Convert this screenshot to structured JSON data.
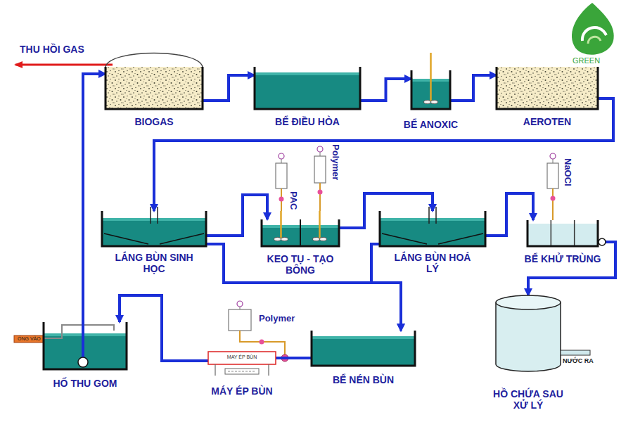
{
  "diagram": {
    "nodes": [
      {
        "text": [
          "BIOGAS"
        ]
      },
      {
        "text": [
          "BỂ ĐIỀU HÒA"
        ]
      },
      {
        "text": [
          "BỂ ANOXIC"
        ]
      },
      {
        "text": [
          "AEROTEN"
        ]
      },
      {
        "text": [
          "LẮNG BÙN SINH HỌC"
        ]
      },
      {
        "text": [
          "KEO TỤ - TẠO BÔNG"
        ]
      },
      {
        "text": [
          "LẮNG BÙN HOÁ LÝ"
        ]
      },
      {
        "text": [
          "BỂ KHỬ TRÙNG"
        ]
      },
      {
        "text": [
          "HỐ THU GOM"
        ]
      },
      {
        "text": [
          "MAY ÉP BÙN",
          "MÁY ÉP BÙN"
        ]
      },
      {
        "text": [
          "BỂ NÉN BÙN"
        ]
      },
      {
        "text": [
          "HỒ CHỨA SAU XỬ LÝ"
        ]
      }
    ],
    "edges": [
      {
        "from": 8,
        "to": 0,
        "arrow": "to"
      },
      {
        "from": 0,
        "to": 1,
        "arrow": "to"
      },
      {
        "from": 1,
        "to": 2,
        "arrow": "to"
      },
      {
        "from": 2,
        "to": 3,
        "arrow": "to"
      },
      {
        "from": 3,
        "to": 4,
        "arrow": "to"
      },
      {
        "from": 4,
        "to": 5,
        "arrow": "to"
      },
      {
        "from": 5,
        "to": 6,
        "arrow": "to"
      },
      {
        "from": 6,
        "to": 7,
        "arrow": "to"
      },
      {
        "from": 7,
        "to": 11,
        "arrow": "to"
      },
      {
        "from": 4,
        "to": 10,
        "arrow": "to"
      },
      {
        "from": 6,
        "to": 10,
        "arrow": "to"
      },
      {
        "from": 10,
        "to": 9,
        "arrow": "none"
      },
      {
        "from": 9,
        "to": 8,
        "arrow": "to"
      }
    ],
    "labels": [
      "THU HỒI GAS",
      "GREEN",
      "PAC",
      "Polymer",
      "NaOCl",
      "ỐNG VÀO",
      "Polymer",
      "NƯỚC RA"
    ]
  }
}
